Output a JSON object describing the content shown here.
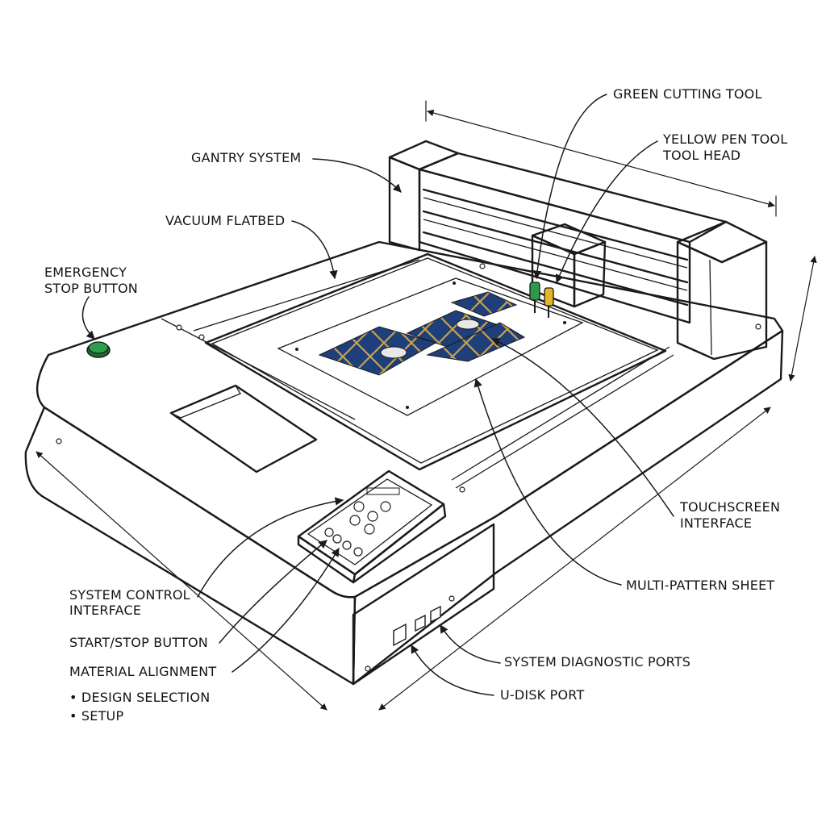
{
  "labels": {
    "green_cutting_tool": "GREEN CUTTING TOOL",
    "yellow_pen_tool": "YELLOW PEN TOOL",
    "tool_head": "TOOL HEAD",
    "gantry_system": "GANTRY SYSTEM",
    "vacuum_flatbed": "VACUUM FLATBED",
    "emergency_stop_line1": "EMERGENCY",
    "emergency_stop_line2": "STOP BUTTON",
    "touchscreen_line1": "TOUCHSCREEN",
    "touchscreen_line2": "INTERFACE",
    "multi_pattern_sheet": "MULTI-PATTERN SHEET",
    "system_control_line1": "SYSTEM CONTROL",
    "system_control_line2": "INTERFACE",
    "start_stop_button": "START/STOP BUTTON",
    "material_alignment": "MATERIAL ALIGNMENT",
    "design_selection": "• DESIGN SELECTION",
    "setup": "• SETUP",
    "system_diagnostic_ports": "SYSTEM DIAGNOSTIC PORTS",
    "u_disk_port": "U-DISK PORT"
  },
  "colors": {
    "ink": "#1a1a1a",
    "machine_body": "#f4f4f2",
    "stipple": "#c9c9c9",
    "vacuum_bed": "#3e3e3e",
    "sheet": "#ffffff",
    "pattern_blue": "#1f3f7a",
    "pattern_gold": "#c8a24a",
    "cutting_tool_green": "#2e9a47",
    "pen_tool_yellow": "#e3b625",
    "emergency_button_green": "#2f9e4a"
  }
}
